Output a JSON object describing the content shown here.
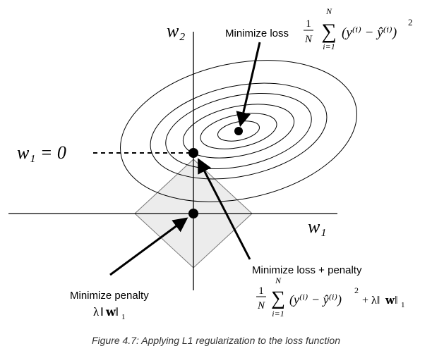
{
  "axes": {
    "w1_label": "w₁",
    "w2_label": "w₂",
    "w1_zero_label": "w₁ = 0"
  },
  "annotations": {
    "minimize_loss": {
      "label": "Minimize loss",
      "frac_num": "1",
      "frac_den": "N",
      "sum_top": "N",
      "sum_bottom": "i=1",
      "body": "(y⁽ⁱ⁾ − ŷ⁽ⁱ⁾)",
      "exp": "2"
    },
    "minimize_penalty": {
      "label": "Minimize penalty",
      "lambda": "λ",
      "norm_w": "w",
      "norm_sub": "1"
    },
    "minimize_loss_penalty": {
      "label": "Minimize loss + penalty",
      "frac_num": "1",
      "frac_den": "N",
      "sum_top": "N",
      "sum_bottom": "i=1",
      "body": "(y⁽ⁱ⁾ − ŷ⁽ⁱ⁾)",
      "exp": "2",
      "tail": "+ λ‖",
      "tail_w": "w",
      "tail_end": "‖",
      "tail_sub": "1"
    }
  },
  "caption": "Figure 4.7: Applying L1 regularization to the loss function",
  "colors": {
    "stroke": "#000000",
    "diamond_fill": "#ececec",
    "diamond_stroke": "#777777"
  }
}
